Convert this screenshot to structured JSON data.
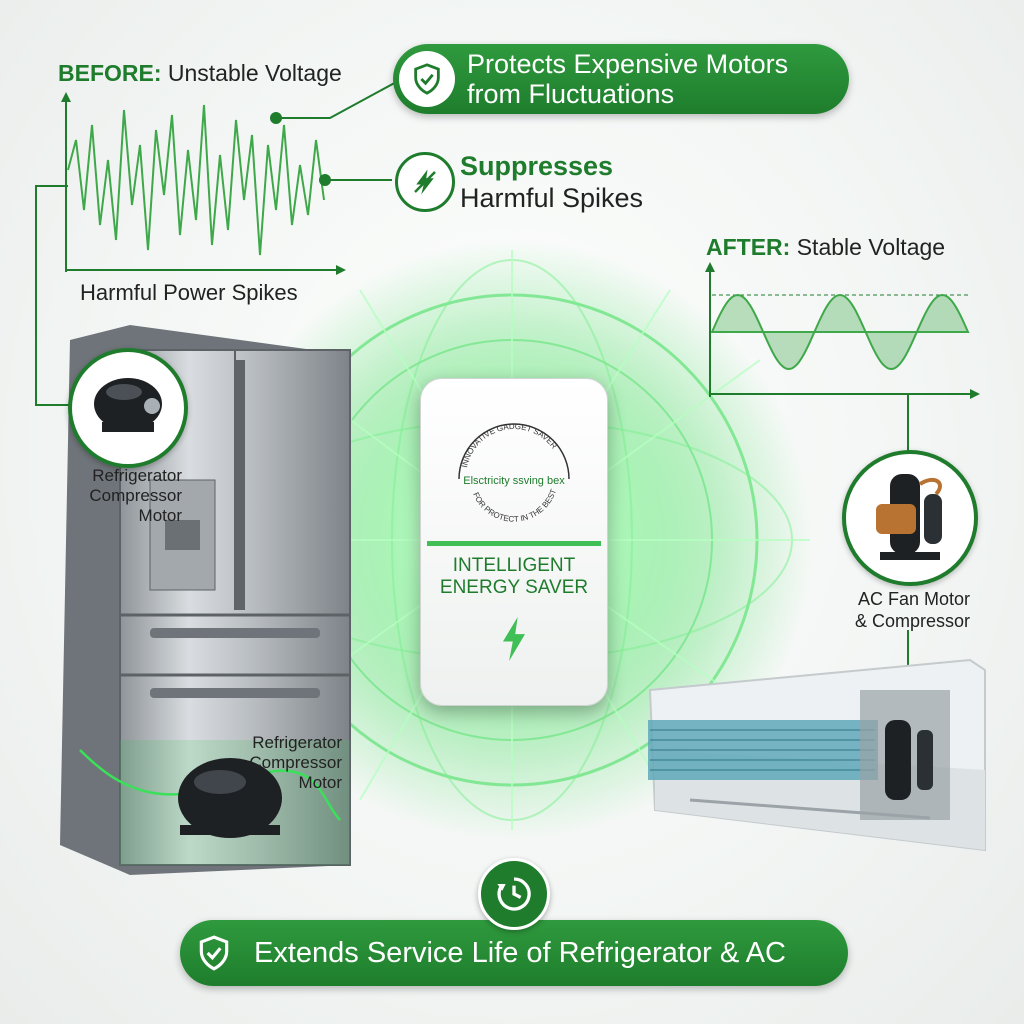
{
  "before": {
    "title_bold": "BEFORE:",
    "title_rest": "Unstable Voltage",
    "caption": "Harmful Power Spikes"
  },
  "after": {
    "title_bold": "AFTER:",
    "title_rest": "Stable Voltage"
  },
  "benefits": {
    "protects_line1": "Protects Expensive Motors",
    "protects_line2": "from Fluctuations",
    "suppress_line1": "Suppresses",
    "suppress_line2": "Harmful Spikes",
    "extends": "Extends Service Life of Refrigerator & AC"
  },
  "device": {
    "arc_top": "INNOVATIVE GADGET SAVER",
    "brand": "Elsctricity ssving bex",
    "arc_bottom": "FOR PROTECT IN THE BEST",
    "label_line1": "INTELLIGENT",
    "label_line2": "ENERGY SAVER"
  },
  "callouts": {
    "fridge_upper_1": "Refrigerator",
    "fridge_upper_2": "Compressor",
    "fridge_upper_3": "Motor",
    "fridge_lower_1": "Refrigerator",
    "fridge_lower_2": "Compressor",
    "fridge_lower_3": "Motor",
    "ac_1": "AC Fan Motor",
    "ac_2": "& Compressor"
  },
  "icons": [
    "shield-check-icon",
    "lightning-icon",
    "clock-icon",
    "compressor-icon"
  ],
  "colors": {
    "accent": "#1f7c2d",
    "glow": "#3be05a",
    "wave": "#3fa84a"
  }
}
